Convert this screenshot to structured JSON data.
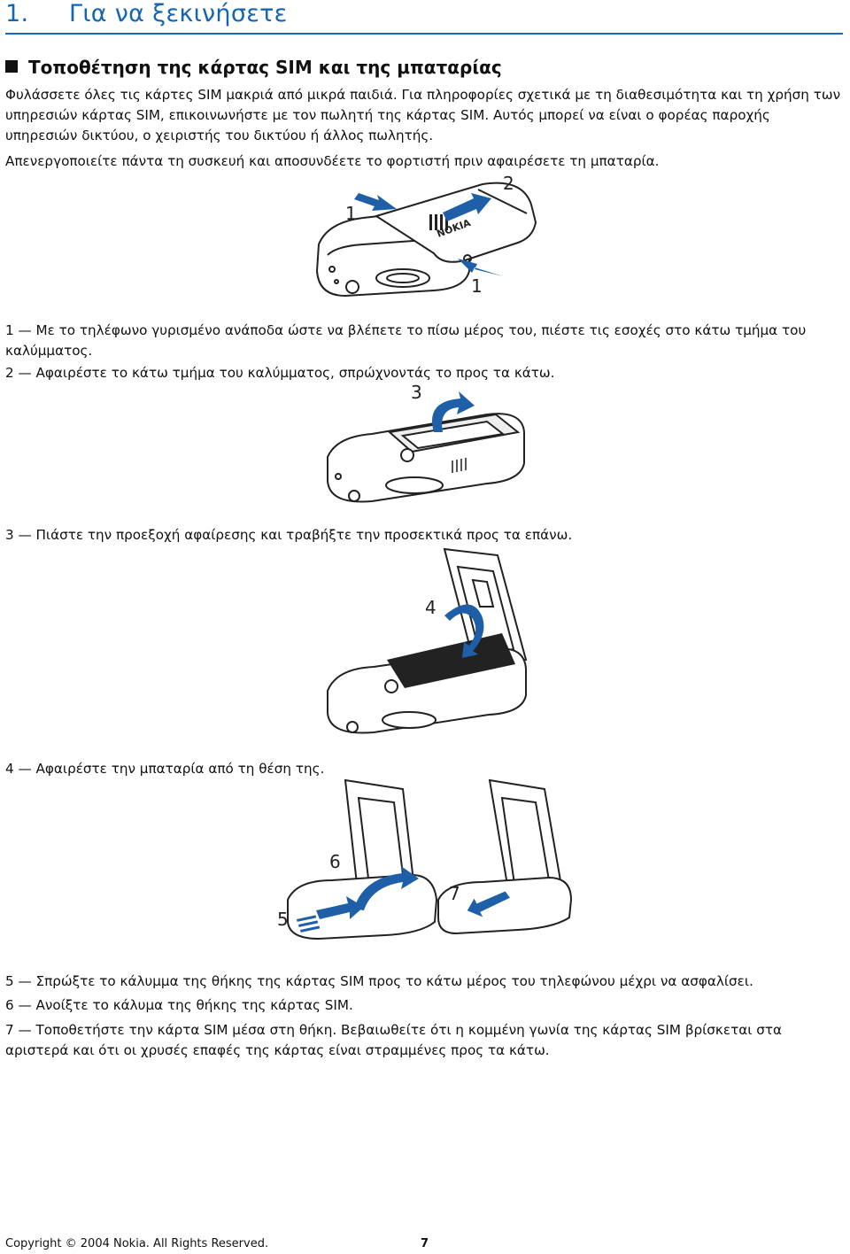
{
  "header": {
    "chapter_number": "1.",
    "chapter_title": "Για να ξεκινήσετε"
  },
  "section": {
    "heading": "Τοποθέτηση της κάρτας SIM και της μπαταρίας",
    "intro": "Φυλάσσετε όλες τις κάρτες SIM μακριά από μικρά παιδιά. Για πληροφορίες σχετικά με τη διαθεσιμότητα και τη χρήση των υπηρεσιών κάρτας SIM, επικοινωνήστε με τον πωλητή της κάρτας SIM. Αυτός μπορεί να είναι ο φορέας παροχής υπηρεσιών δικτύου, ο χειριστής του δικτύου ή άλλος πωλητής.",
    "warning": "Απενεργοποιείτε πάντα τη συσκευή και αποσυνδέετε το φορτιστή πριν αφαιρέσετε τη μπαταρία."
  },
  "figures": {
    "fig1": {
      "labels": [
        "1",
        "2",
        "1"
      ],
      "brand": "NOKIA"
    },
    "fig2": {
      "labels": [
        "3"
      ]
    },
    "fig3": {
      "labels": [
        "4"
      ]
    },
    "fig4": {
      "labels": [
        "6",
        "5",
        "7"
      ]
    }
  },
  "steps": {
    "s1": "1 — Με το τηλέφωνο γυρισμένο ανάποδα ώστε να βλέπετε το πίσω μέρος του, πιέστε τις εσοχές στο κάτω τμήμα του καλύμματος.",
    "s2": "2 — Αφαιρέστε το κάτω τμήμα του καλύμματος, σπρώχνοντάς το προς τα κάτω.",
    "s3": "3 — Πιάστε την προεξοχή αφαίρεσης και τραβήξτε την προσεκτικά προς τα επάνω.",
    "s4": "4 — Αφαιρέστε την μπαταρία από τη θέση της.",
    "s5": "5 — Σπρώξτε το κάλυμμα της θήκης της κάρτας SIM προς το κάτω μέρος του τηλεφώνου μέχρι να ασφαλίσει.",
    "s6": "6 — Ανοίξτε το κάλυμα της θήκης της κάρτας SIM.",
    "s7": "7 — Τοποθετήστε την κάρτα SIM μέσα στη θήκη. Βεβαιωθείτε ότι η κομμένη γωνία της κάρτας SIM βρίσκεται στα αριστερά και ότι οι χρυσές επαφές της κάρτας είναι στραμμένες προς τα κάτω."
  },
  "footer": {
    "copyright": "Copyright © 2004 Nokia. All Rights Reserved.",
    "page_number": "7"
  },
  "colors": {
    "accent_blue": "#1565b0",
    "arrow_blue": "#1f5fa8"
  }
}
